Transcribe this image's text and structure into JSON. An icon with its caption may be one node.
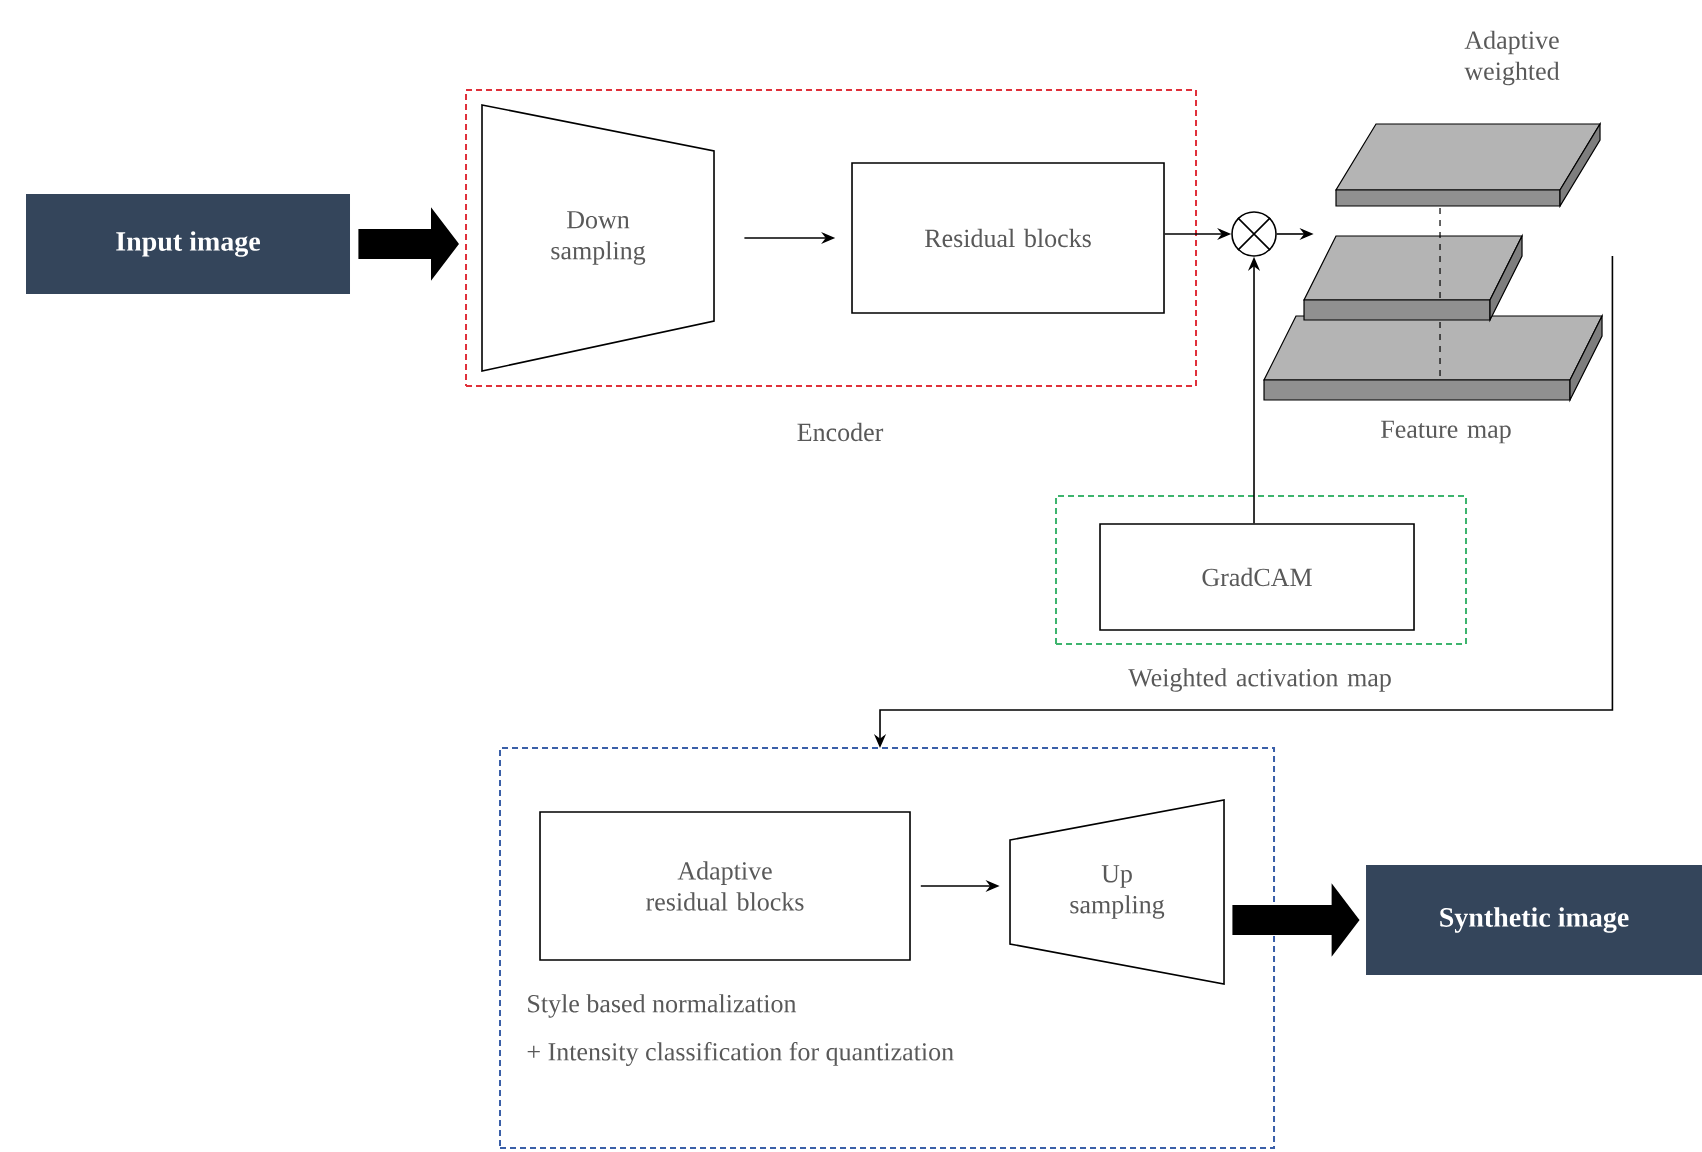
{
  "diagram": {
    "nodes": [
      {
        "text": [
          "Input image"
        ]
      },
      {
        "text": [],
        "shape": "box",
        "beside": [
          "Encoder"
        ]
      },
      {
        "text": [
          "Down sampling"
        ],
        "in": 1
      },
      {
        "text": [
          "Residual blocks"
        ],
        "in": 1
      },
      {
        "text": [],
        "shape": "circle"
      },
      {
        "text": [],
        "shape": "picture",
        "beside": [
          "Adaptive weighted",
          "Feature map"
        ]
      },
      {
        "text": [],
        "shape": "box",
        "beside": [
          "Weighted activation map"
        ]
      },
      {
        "text": [
          "GradCAM"
        ],
        "in": 6
      },
      {
        "text": [
          "Style based normalization",
          "+ Intensity classification for quantization"
        ]
      },
      {
        "text": [
          "Adaptive residual blocks"
        ],
        "in": 8
      },
      {
        "text": [
          "Up sampling"
        ],
        "in": 8
      },
      {
        "text": [
          "Synthetic image"
        ]
      }
    ],
    "edges": [
      {
        "from": 0,
        "to": 1,
        "arrow": "to",
        "style": "thick"
      },
      {
        "from": 2,
        "to": 3,
        "arrow": "to"
      },
      {
        "from": 3,
        "to": 4,
        "arrow": "to"
      },
      {
        "from": 4,
        "to": 5,
        "arrow": "to"
      },
      {
        "from": 7,
        "to": 4,
        "arrow": "to"
      },
      {
        "from": 5,
        "to": 8,
        "arrow": "to"
      },
      {
        "from": 9,
        "to": 10,
        "arrow": "to"
      },
      {
        "from": 10,
        "to": 11,
        "arrow": "to",
        "style": "thick"
      }
    ]
  }
}
